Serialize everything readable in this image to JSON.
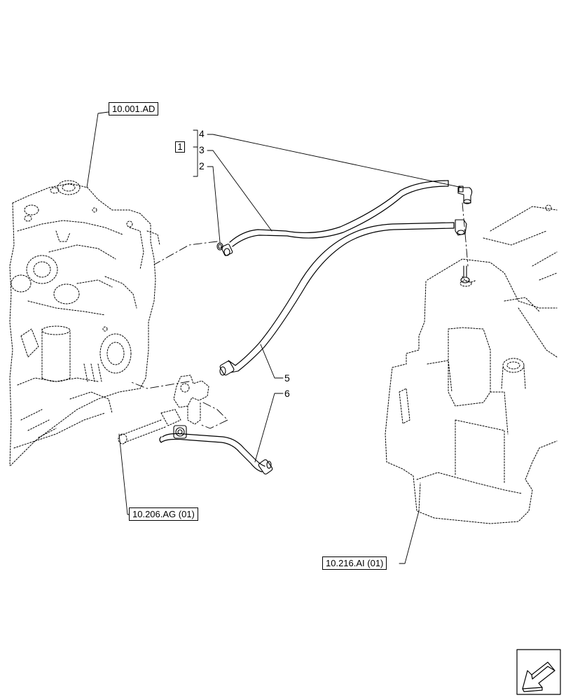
{
  "references": {
    "engine": "10.001.AD",
    "filter": "10.206.AG (01)",
    "tank": "10.216.AI (01)"
  },
  "group_box": "1",
  "callouts": {
    "c4": "4",
    "c3": "3",
    "c2": "2",
    "c5": "5",
    "c6": "6"
  },
  "icons": {
    "nav": "arrow-navigation-icon"
  }
}
